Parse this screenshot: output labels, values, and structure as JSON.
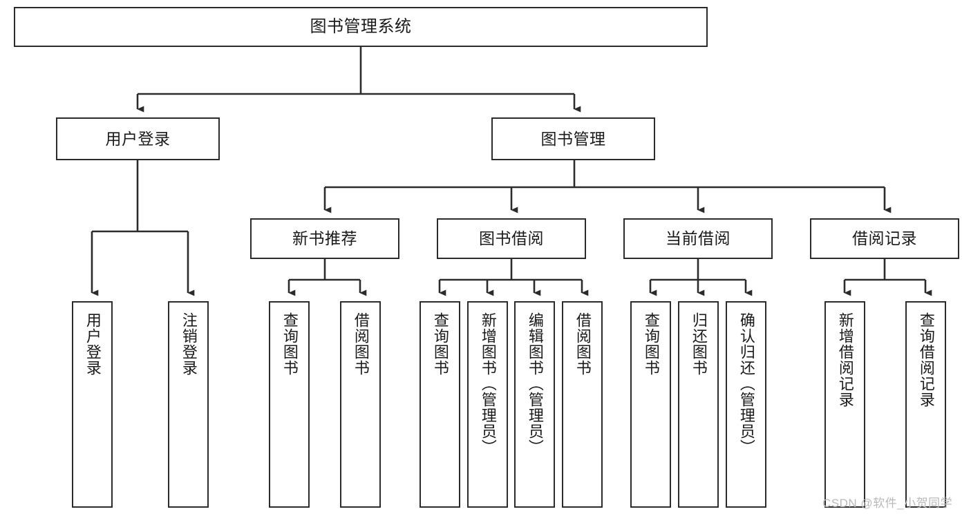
{
  "diagram": {
    "type": "tree-hierarchy",
    "title": "图书管理系统",
    "watermark": "CSDN @软件_小贺同学",
    "colors": {
      "box_border": "#2b2b2b",
      "box_fill": "#ffffff",
      "connector": "#2b2b2b",
      "text": "#1a1a1a",
      "watermark": "#b9b9b9"
    },
    "nodes": {
      "root": {
        "label": "图书管理系统",
        "level": 1
      },
      "level2": [
        {
          "id": "user-login",
          "label": "用户登录"
        },
        {
          "id": "book-manage",
          "label": "图书管理"
        }
      ],
      "level3": [
        {
          "id": "new-book-recommend",
          "label": "新书推荐",
          "parent": "book-manage"
        },
        {
          "id": "book-borrow",
          "label": "图书借阅",
          "parent": "book-manage"
        },
        {
          "id": "current-borrow",
          "label": "当前借阅",
          "parent": "book-manage"
        },
        {
          "id": "borrow-record",
          "label": "借阅记录",
          "parent": "book-manage"
        }
      ],
      "leaves": [
        {
          "id": "leaf-user-login",
          "label": "用户登录",
          "parent": "user-login"
        },
        {
          "id": "leaf-logout-login",
          "label": "注销登录",
          "parent": "user-login"
        },
        {
          "id": "leaf-query-book-1",
          "label": "查询图书",
          "parent": "new-book-recommend"
        },
        {
          "id": "leaf-borrow-book-1",
          "label": "借阅图书",
          "parent": "new-book-recommend"
        },
        {
          "id": "leaf-query-book-2",
          "label": "查询图书",
          "parent": "book-borrow"
        },
        {
          "id": "leaf-add-book",
          "label": "新增图书（管理员）",
          "parent": "book-borrow"
        },
        {
          "id": "leaf-edit-book",
          "label": "编辑图书（管理员）",
          "parent": "book-borrow"
        },
        {
          "id": "leaf-borrow-book-2",
          "label": "借阅图书",
          "parent": "book-borrow"
        },
        {
          "id": "leaf-query-book-3",
          "label": "查询图书",
          "parent": "current-borrow"
        },
        {
          "id": "leaf-return-book",
          "label": "归还图书",
          "parent": "current-borrow"
        },
        {
          "id": "leaf-confirm-return",
          "label": "确认归还（管理员）",
          "parent": "current-borrow"
        },
        {
          "id": "leaf-add-record",
          "label": "新增借阅记录",
          "parent": "borrow-record"
        },
        {
          "id": "leaf-query-record",
          "label": "查询借阅记录",
          "parent": "borrow-record"
        }
      ]
    }
  }
}
